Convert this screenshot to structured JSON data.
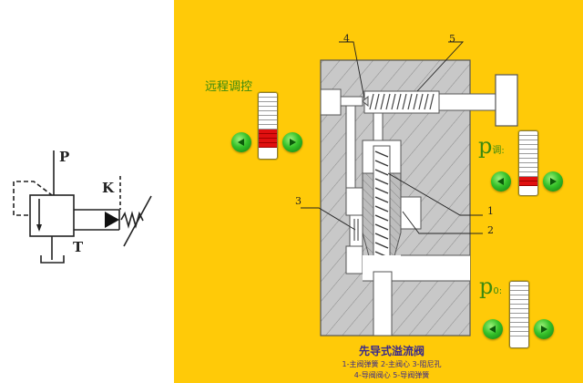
{
  "symbol": {
    "label_p": "P",
    "label_k": "K",
    "label_t": "T"
  },
  "valve": {
    "title": "先导式溢流阀",
    "legend_line1": "1-主阀弹簧  2-主阀心  3-阻尼孔",
    "legend_line2": "4-导阀阀心  5-导阀弹簧",
    "parts": [
      {
        "num": "1",
        "name": "主阀弹簧"
      },
      {
        "num": "2",
        "name": "主阀心"
      },
      {
        "num": "3",
        "name": "阻尼孔"
      },
      {
        "num": "4",
        "name": "导阀阀心"
      },
      {
        "num": "5",
        "name": "导阀弹簧"
      }
    ],
    "labels": {
      "n1": "1",
      "n2": "2",
      "n3": "3",
      "n4": "4",
      "n5": "5"
    }
  },
  "controls": {
    "remote": {
      "label": "远程调控",
      "segments_total": 12,
      "segments_on": 4
    },
    "p_adjust": {
      "label_main": "p",
      "label_sub": "调",
      "label_colon": ":",
      "segments_total": 12,
      "segments_on": 2
    },
    "p0": {
      "label_main": "p",
      "label_sub": "0",
      "label_colon": ":",
      "segments_total": 12,
      "segments_on": 0
    }
  },
  "colors": {
    "panel_bg": "#FFCA08",
    "gauge_on": "#E01010",
    "button_green": "#36C22A",
    "label_green": "#3C8A10",
    "caption": "#3A2A8A",
    "body_gray": "#C8C8C8"
  },
  "icons": {
    "left_button": "triangle-left-icon",
    "right_button": "triangle-right-icon"
  }
}
